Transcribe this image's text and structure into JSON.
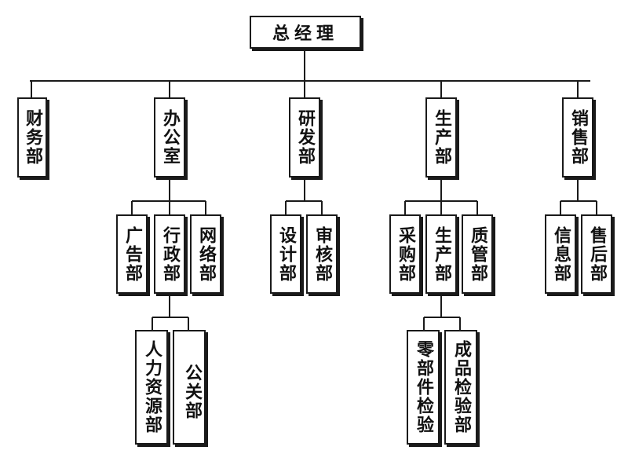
{
  "root": {
    "label": "总经理"
  },
  "departments": {
    "finance": {
      "label": "财务部"
    },
    "office": {
      "label": "办公室"
    },
    "rnd": {
      "label": "研发部"
    },
    "production": {
      "label": "生产部"
    },
    "sales": {
      "label": "销售部"
    }
  },
  "office_units": {
    "advertising": {
      "label": "广告部"
    },
    "admin": {
      "label": "行政部"
    },
    "network": {
      "label": "网络部"
    }
  },
  "admin_units": {
    "hr": {
      "label": "人力资源部"
    },
    "pr": {
      "label": "公关部"
    }
  },
  "rnd_units": {
    "design": {
      "label": "设计部"
    },
    "audit": {
      "label": "审核部"
    }
  },
  "production_units": {
    "purchasing": {
      "label": "采购部"
    },
    "manufacturing": {
      "label": "生产部"
    },
    "quality": {
      "label": "质管部"
    }
  },
  "manufacturing_units": {
    "parts_inspection": {
      "label": "零部件检验"
    },
    "product_inspection": {
      "label": "成品检验部"
    }
  },
  "sales_units": {
    "information": {
      "label": "信息部"
    },
    "after_sales": {
      "label": "售后部"
    }
  },
  "colors": {
    "line": "#1a1a1a",
    "text": "#111111",
    "background": "#ffffff"
  }
}
